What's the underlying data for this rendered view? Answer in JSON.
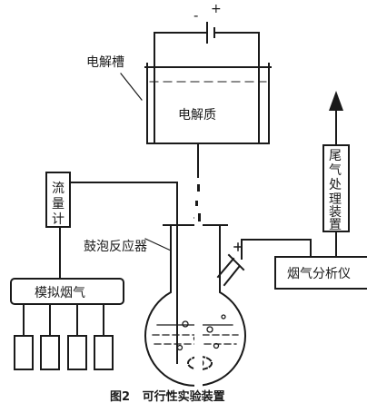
{
  "battery": {
    "minus": "-",
    "plus": "+"
  },
  "labels": {
    "electrolysis_tank": "电解槽",
    "electrolyte": "电解质",
    "flowmeter": [
      "流",
      "量",
      "计"
    ],
    "simulated_flue_gas": "模拟烟气",
    "bubbling_reactor": "鼓泡反应器",
    "flue_gas_analyzer": "烟气分析仪",
    "tail_gas_treatment": [
      "尾",
      "气",
      "处",
      "理",
      "装",
      "置"
    ]
  },
  "caption": "图2   可行性实验装置",
  "colors": {
    "ink": "#1a1a1a",
    "background": "#ffffff"
  }
}
